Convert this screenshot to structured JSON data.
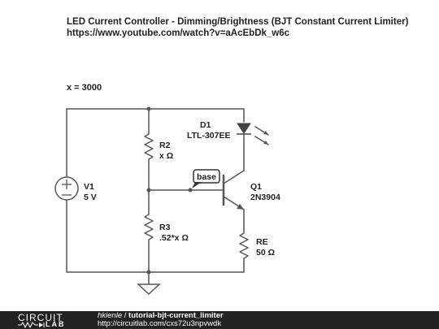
{
  "header": {
    "title": "LED Current Controller - Dimming/Brightness (BJT Constant Current Limiter)",
    "url": "https://www.youtube.com/watch?v=aAcEbDk_w6c"
  },
  "parameter": "x = 3000",
  "components": {
    "v1": {
      "name": "V1",
      "value": "5 V"
    },
    "r2": {
      "name": "R2",
      "value": "x Ω"
    },
    "r3": {
      "name": "R3",
      "value": ".52*x Ω"
    },
    "d1": {
      "name": "D1",
      "value": "LTL-307EE"
    },
    "q1": {
      "name": "Q1",
      "value": "2N3904"
    },
    "re": {
      "name": "RE",
      "value": "50 Ω"
    },
    "probe": {
      "label": "base"
    }
  },
  "footer": {
    "logo_top": "CIRCUIT",
    "logo_bottom": "LAB",
    "author": "hkienle",
    "separator": "/",
    "project": "tutorial-bjt-current_limiter",
    "link": "http://circuitlab.com/cxs72u3npvwdk"
  },
  "colors": {
    "wire": "#555555",
    "footer_bg": "#222222",
    "text": "#222222"
  }
}
